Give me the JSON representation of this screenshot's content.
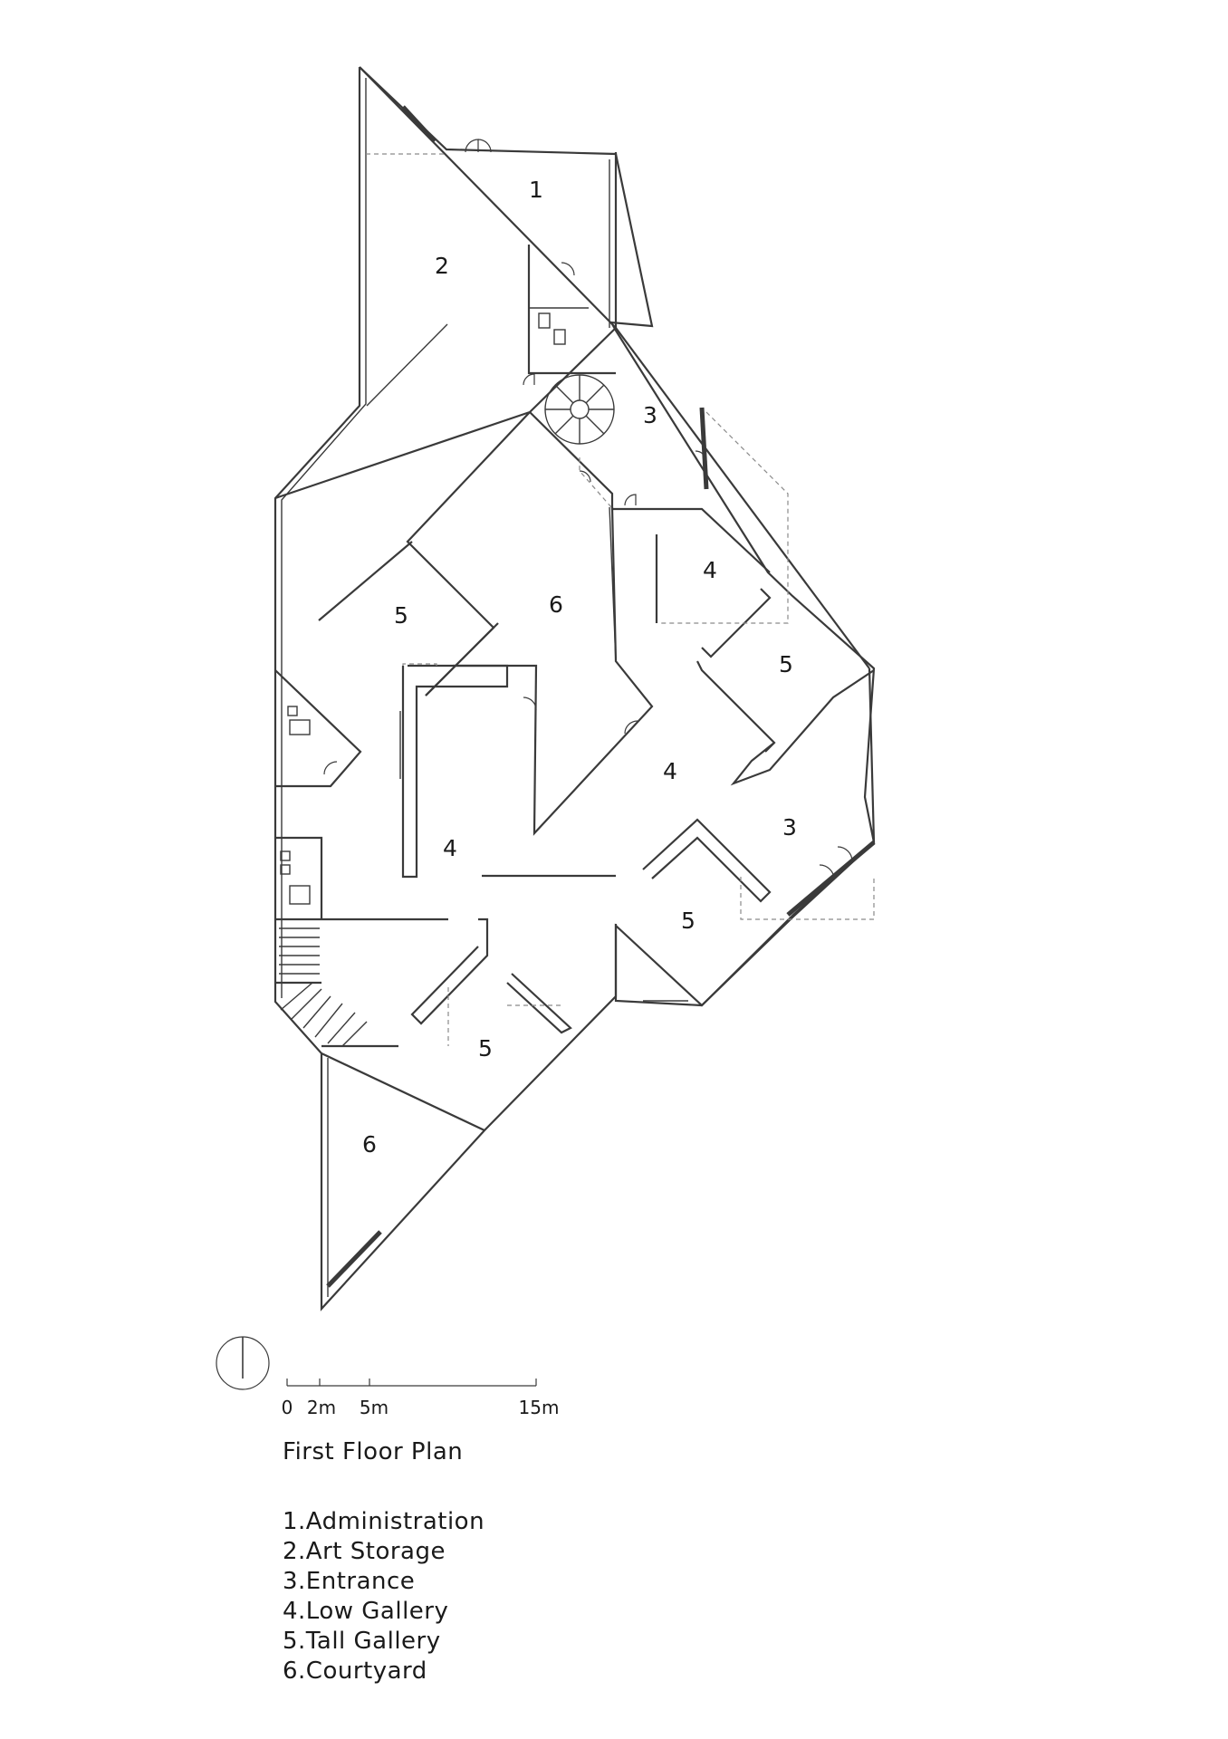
{
  "plan": {
    "title": "First Floor Plan",
    "room_labels": [
      "1",
      "2",
      "3",
      "3",
      "4",
      "4",
      "4",
      "5",
      "5",
      "5",
      "5",
      "6",
      "6"
    ],
    "legend": [
      "1.Administration",
      "2.Art Storage",
      "3.Entrance",
      "4.Low Gallery",
      "5.Tall Gallery",
      "6.Courtyard"
    ],
    "scale_bar": {
      "ticks": [
        "0",
        "2m",
        "5m",
        "15m"
      ]
    },
    "north_arrow": "north-arrow-icon"
  }
}
